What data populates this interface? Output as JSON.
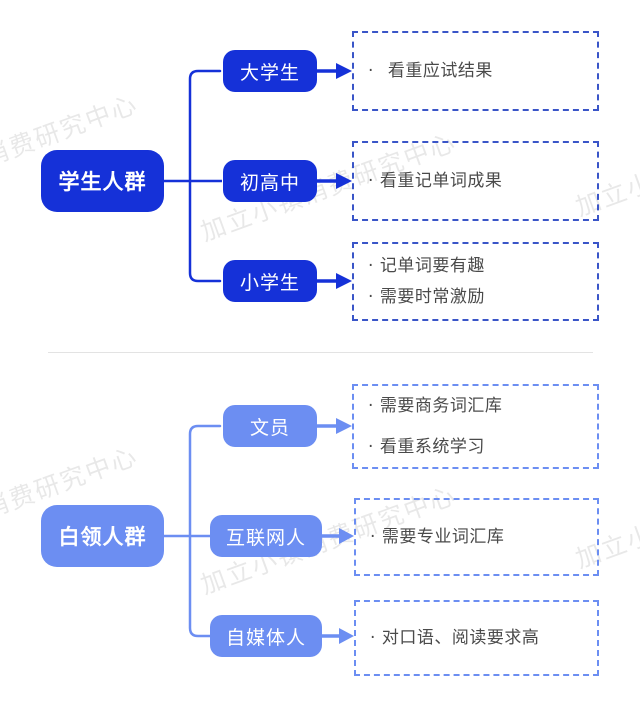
{
  "watermark": {
    "text": "加立小镇消费研究中心",
    "fragments": [
      "消费研究中心",
      "加立小镇消费研究中心",
      "加立小",
      "消费研究中心",
      "加立小镇消费研究中心",
      "加立小"
    ]
  },
  "colors": {
    "primary_dark_blue": "#1531d8",
    "primary_light_blue": "#6c8ef2",
    "dashed_border_dark": "#3a55c8",
    "dashed_border_light": "#6c8ef2",
    "detail_text": "#4a4a4a",
    "divider": "#e3e3e3",
    "background": "#ffffff"
  },
  "sections": [
    {
      "id": "students",
      "root_label": "学生人群",
      "style": "dark",
      "branches": [
        {
          "label": "大学生",
          "details": [
            "看重应试结果"
          ]
        },
        {
          "label": "初高中",
          "details": [
            "看重记单词成果"
          ]
        },
        {
          "label": "小学生",
          "details": [
            "记单词要有趣",
            "需要时常激励"
          ]
        }
      ]
    },
    {
      "id": "whitecollar",
      "root_label": "白领人群",
      "style": "light",
      "branches": [
        {
          "label": "文员",
          "details": [
            "需要商务词汇库",
            "看重系统学习"
          ]
        },
        {
          "label": "互联网人",
          "details": [
            "需要专业词汇库"
          ]
        },
        {
          "label": "自媒体人",
          "details": [
            "对口语、阅读要求高"
          ]
        }
      ]
    }
  ],
  "bullet": "·"
}
